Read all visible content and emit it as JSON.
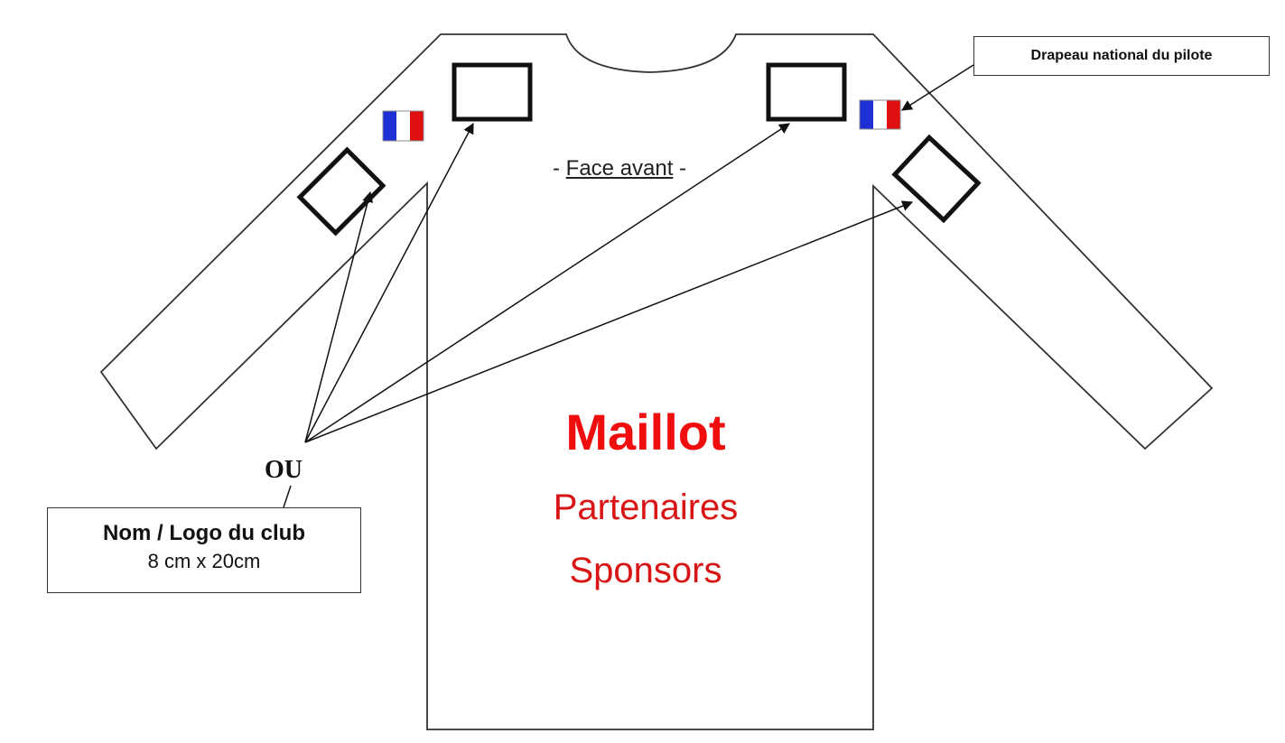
{
  "face_label": {
    "prefix": "- ",
    "text": "Face avant",
    "suffix": " -"
  },
  "flag_callout": "Drapeau national du pilote",
  "club_callout": {
    "title": "Nom / Logo du club",
    "size": "8 cm x 20cm"
  },
  "connector_label": "OU",
  "maillot": {
    "title": "Maillot",
    "lines": [
      "Partenaires",
      "Sponsors"
    ]
  },
  "colors": {
    "title_red": "#f00d0d",
    "text_red": "#d81414",
    "flag_blue": "#1f2fd6",
    "flag_white": "#ffffff",
    "flag_red": "#e01010"
  }
}
